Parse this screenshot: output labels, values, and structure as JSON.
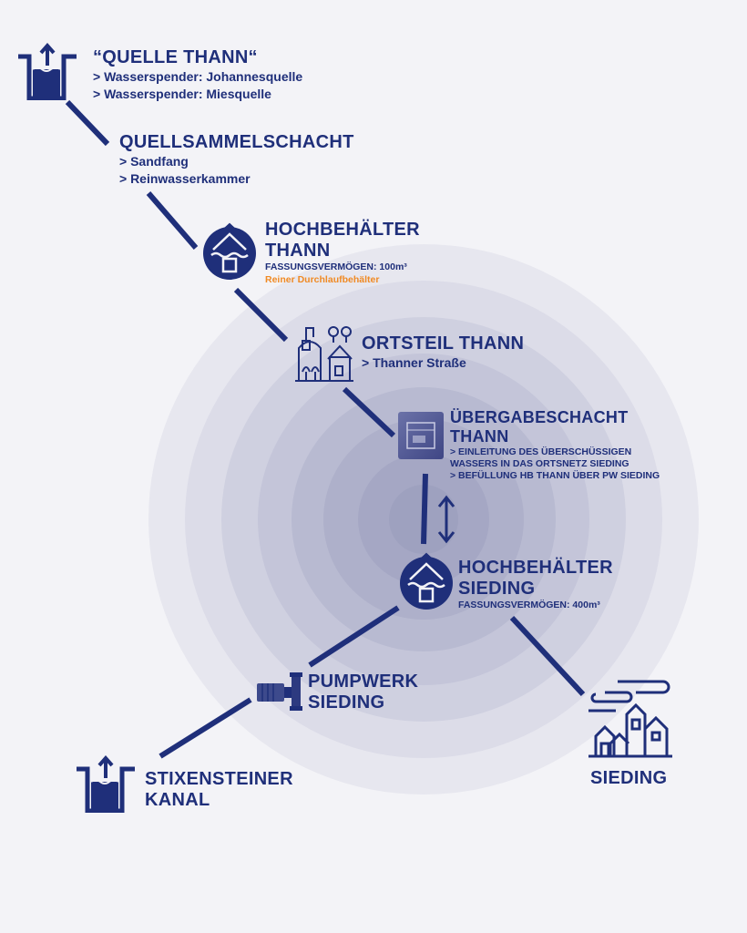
{
  "colors": {
    "primary": "#1f2f7a",
    "accent": "#f08a24",
    "background": "#f3f3f7"
  },
  "nodes": {
    "quelle": {
      "icon": "spring-basin-icon",
      "title": "“QUELLE THANN“",
      "lines": [
        "> Wasserspender: Johannesquelle",
        "> Wasserspender: Miesquelle"
      ]
    },
    "quellsammelschacht": {
      "title": "QUELLSAMMELSCHACHT",
      "lines": [
        "> Sandfang",
        "> Reinwasserkammer"
      ]
    },
    "hb_thann": {
      "icon": "reservoir-house-icon",
      "title_1": "HOCHBEHÄLTER",
      "title_2": "THANN",
      "capacity": "FASSUNGSVERMÖGEN: 100m³",
      "note": "Reiner Durchlaufbehälter"
    },
    "ortsteil": {
      "icon": "village-icon",
      "title": "ORTSTEIL THANN",
      "lines": [
        "> Thanner Straße"
      ]
    },
    "uebergabe": {
      "icon": "transfer-shaft-icon",
      "title_1": "ÜBERGABESCHACHT",
      "title_2": "THANN",
      "lines": [
        "> EINLEITUNG DES ÜBERSCHÜSSIGEN",
        "WASSERS IN DAS ORTSNETZ SIEDING",
        "> BEFÜLLUNG HB THANN ÜBER PW SIEDING"
      ]
    },
    "hb_sieding": {
      "icon": "reservoir-house-icon",
      "title_1": "HOCHBEHÄLTER",
      "title_2": "SIEDING",
      "capacity": "FASSUNGSVERMÖGEN: 400m³"
    },
    "pumpwerk": {
      "icon": "pump-icon",
      "title_1": "PUMPWERK",
      "title_2": "SIEDING"
    },
    "stixensteiner": {
      "icon": "spring-basin-icon",
      "title_1": "STIXENSTEINER",
      "title_2": "KANAL"
    },
    "sieding": {
      "icon": "town-icon",
      "title": "SIEDING"
    }
  }
}
